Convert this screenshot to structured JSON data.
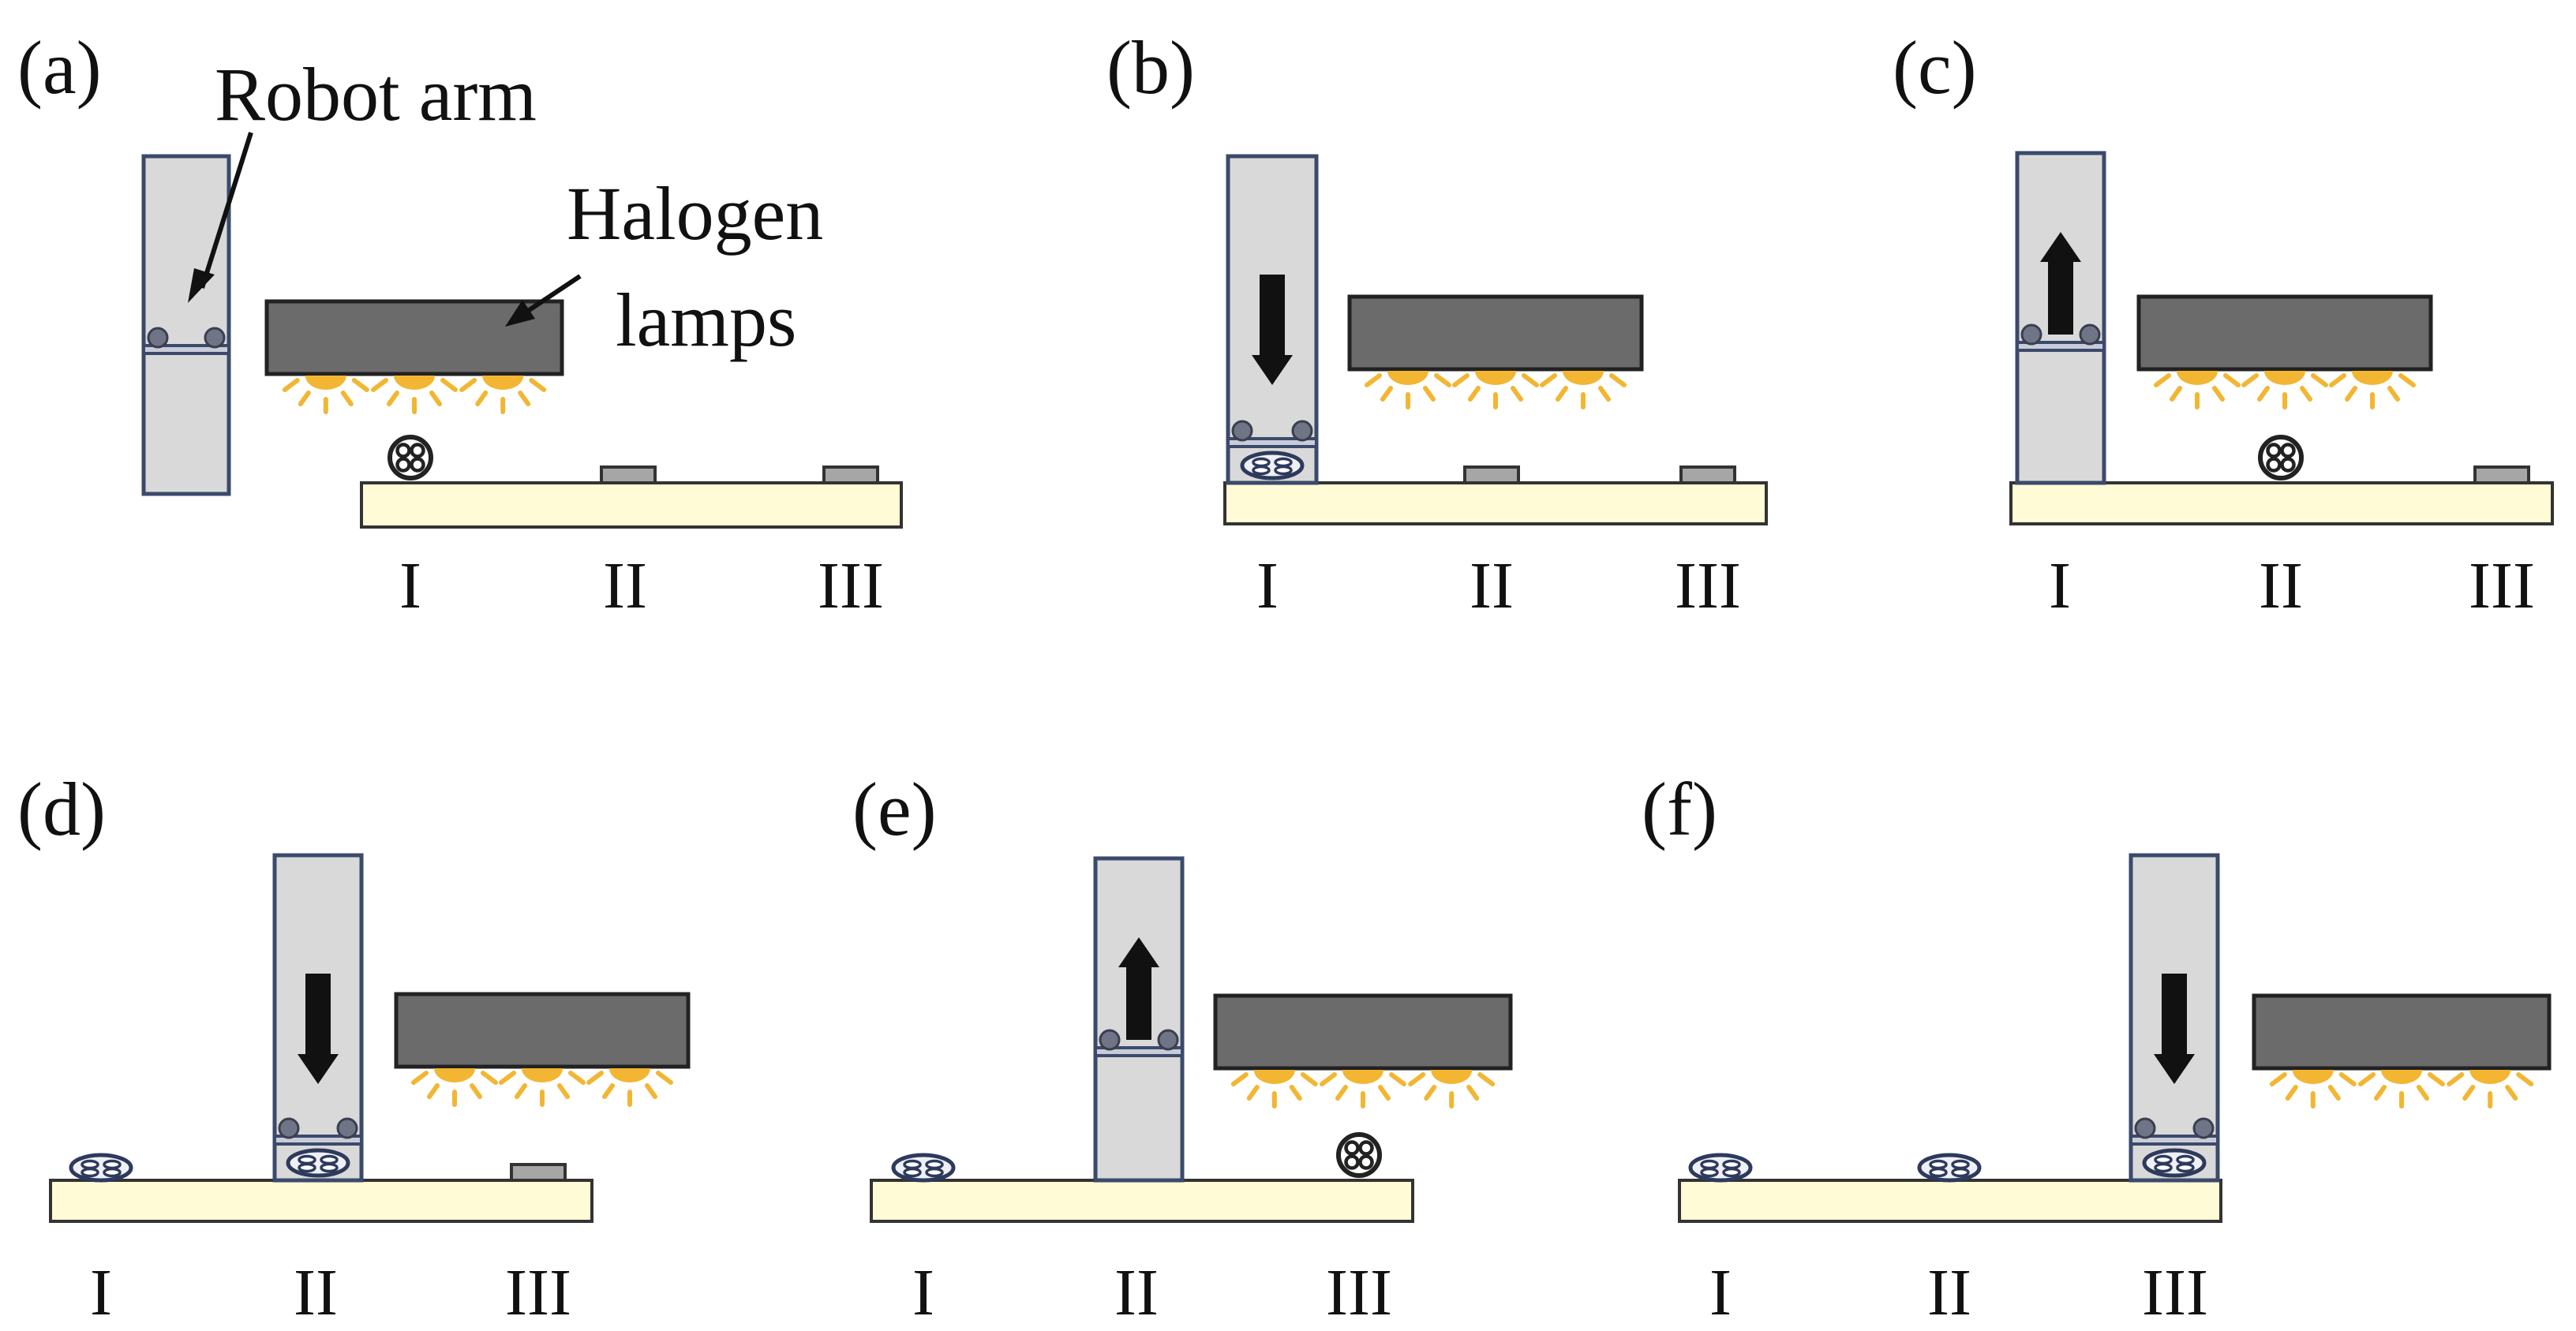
{
  "annotations": {
    "robot_arm": "Robot arm",
    "halogen_line1": "Halogen",
    "halogen_line2": "lamps"
  },
  "station_labels": [
    "I",
    "II",
    "III"
  ],
  "colors": {
    "arm_fill": "#d9d9d9",
    "arm_stroke": "#3b4a6b",
    "lamp_fill": "#6b6b6b",
    "light_rays": "#f2b632",
    "platform_fill": "#fffbd6",
    "pad_fill": "#a6a6a6",
    "arrow": "#111111"
  },
  "panels": [
    {
      "label": "(a)",
      "arm_station": "I",
      "arm_state": "raised",
      "arrow": "none",
      "station_contents": [
        "sample",
        "pad",
        "pad"
      ],
      "gripper_holds_sample": false
    },
    {
      "label": "(b)",
      "arm_station": "I",
      "arm_state": "lowered",
      "arrow": "down",
      "station_contents": [
        "sample-flat",
        "pad",
        "pad"
      ],
      "gripper_holds_sample": false
    },
    {
      "label": "(c)",
      "arm_station": "I",
      "arm_state": "raised",
      "arrow": "up",
      "station_contents": [
        "sample-flat",
        "sample",
        "pad"
      ],
      "gripper_holds_sample": false
    },
    {
      "label": "(d)",
      "arm_station": "II",
      "arm_state": "lowered",
      "arrow": "down",
      "station_contents": [
        "sample-flat",
        "sample-flat",
        "pad"
      ],
      "gripper_holds_sample": false
    },
    {
      "label": "(e)",
      "arm_station": "II",
      "arm_state": "raised",
      "arrow": "up",
      "station_contents": [
        "sample-flat",
        "sample-flat",
        "sample"
      ],
      "gripper_holds_sample": false
    },
    {
      "label": "(f)",
      "arm_station": "III",
      "arm_state": "lowered",
      "arrow": "down",
      "station_contents": [
        "sample-flat",
        "sample-flat",
        "sample-flat"
      ],
      "gripper_holds_sample": false
    }
  ]
}
